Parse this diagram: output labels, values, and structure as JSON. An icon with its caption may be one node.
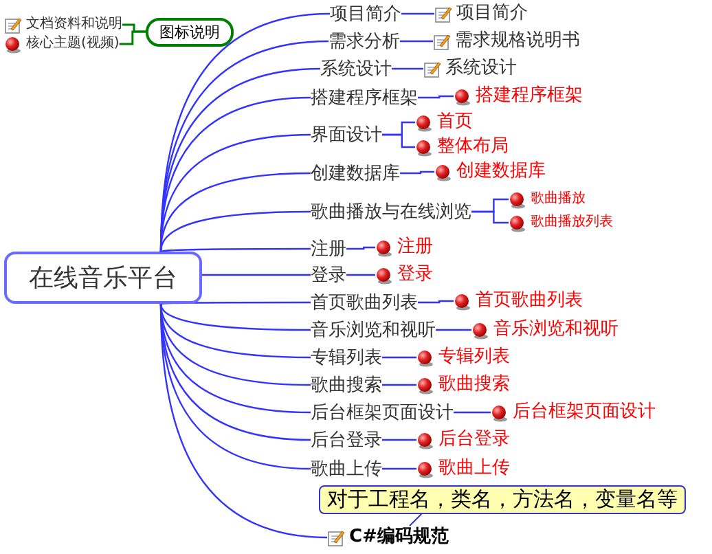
{
  "diagram": {
    "nodes": [
      {
        "text": [
          "文档资料和说明"
        ]
      },
      {
        "text": [
          "核心主题(视频)"
        ]
      },
      {
        "text": [
          "图标说明"
        ]
      },
      {
        "text": [
          "在线音乐平台"
        ]
      },
      {
        "text": [
          "项目简介"
        ]
      },
      {
        "text": [
          "项目简介"
        ]
      },
      {
        "text": [
          "需求分析"
        ]
      },
      {
        "text": [
          "需求规格说明书"
        ]
      },
      {
        "text": [
          "系统设计"
        ]
      },
      {
        "text": [
          "系统设计"
        ]
      },
      {
        "text": [
          "搭建程序框架"
        ]
      },
      {
        "text": [
          "搭建程序框架"
        ]
      },
      {
        "text": [
          "界面设计"
        ]
      },
      {
        "text": [
          "首页"
        ]
      },
      {
        "text": [
          "整体布局"
        ]
      },
      {
        "text": [
          "创建数据库"
        ]
      },
      {
        "text": [
          "创建数据库"
        ]
      },
      {
        "text": [
          "歌曲播放与在线浏览"
        ]
      },
      {
        "text": [
          "歌曲播放"
        ]
      },
      {
        "text": [
          "歌曲播放列表"
        ]
      },
      {
        "text": [
          "注册"
        ]
      },
      {
        "text": [
          "注册"
        ]
      },
      {
        "text": [
          "登录"
        ]
      },
      {
        "text": [
          "登录"
        ]
      },
      {
        "text": [
          "首页歌曲列表"
        ]
      },
      {
        "text": [
          "首页歌曲列表"
        ]
      },
      {
        "text": [
          "音乐浏览和视听"
        ]
      },
      {
        "text": [
          "音乐浏览和视听"
        ]
      },
      {
        "text": [
          "专辑列表"
        ]
      },
      {
        "text": [
          "专辑列表"
        ]
      },
      {
        "text": [
          "歌曲搜索"
        ]
      },
      {
        "text": [
          "歌曲搜索"
        ]
      },
      {
        "text": [
          "后台框架页面设计"
        ]
      },
      {
        "text": [
          "后台框架页面设计"
        ]
      },
      {
        "text": [
          "后台登录"
        ]
      },
      {
        "text": [
          "后台登录"
        ]
      },
      {
        "text": [
          "歌曲上传"
        ]
      },
      {
        "text": [
          "歌曲上传"
        ]
      },
      {
        "text": [
          "对于工程名，类名，方法名，变量名等"
        ]
      },
      {
        "text": [
          "C#编码规范"
        ]
      }
    ],
    "edges": [
      {
        "from": 2,
        "to": 0,
        "arrow": "none",
        "color": "#008000"
      },
      {
        "from": 2,
        "to": 1,
        "arrow": "none",
        "color": "#008000"
      },
      {
        "from": 3,
        "to": 4,
        "arrow": "none"
      },
      {
        "from": 4,
        "to": 5,
        "arrow": "none"
      },
      {
        "from": 3,
        "to": 6,
        "arrow": "none"
      },
      {
        "from": 6,
        "to": 7,
        "arrow": "none"
      },
      {
        "from": 3,
        "to": 8,
        "arrow": "none"
      },
      {
        "from": 8,
        "to": 9,
        "arrow": "none"
      },
      {
        "from": 3,
        "to": 10,
        "arrow": "none"
      },
      {
        "from": 10,
        "to": 11,
        "arrow": "none"
      },
      {
        "from": 3,
        "to": 12,
        "arrow": "none"
      },
      {
        "from": 12,
        "to": 13,
        "arrow": "none"
      },
      {
        "from": 12,
        "to": 14,
        "arrow": "none"
      },
      {
        "from": 3,
        "to": 15,
        "arrow": "none"
      },
      {
        "from": 15,
        "to": 16,
        "arrow": "none"
      },
      {
        "from": 3,
        "to": 17,
        "arrow": "none"
      },
      {
        "from": 17,
        "to": 18,
        "arrow": "none"
      },
      {
        "from": 17,
        "to": 19,
        "arrow": "none"
      },
      {
        "from": 3,
        "to": 20,
        "arrow": "none"
      },
      {
        "from": 20,
        "to": 21,
        "arrow": "none"
      },
      {
        "from": 3,
        "to": 22,
        "arrow": "none"
      },
      {
        "from": 22,
        "to": 23,
        "arrow": "none"
      },
      {
        "from": 3,
        "to": 24,
        "arrow": "none"
      },
      {
        "from": 24,
        "to": 25,
        "arrow": "none"
      },
      {
        "from": 3,
        "to": 26,
        "arrow": "none"
      },
      {
        "from": 26,
        "to": 27,
        "arrow": "none"
      },
      {
        "from": 3,
        "to": 28,
        "arrow": "none"
      },
      {
        "from": 28,
        "to": 29,
        "arrow": "none"
      },
      {
        "from": 3,
        "to": 30,
        "arrow": "none"
      },
      {
        "from": 30,
        "to": 31,
        "arrow": "none"
      },
      {
        "from": 3,
        "to": 32,
        "arrow": "none"
      },
      {
        "from": 32,
        "to": 33,
        "arrow": "none"
      },
      {
        "from": 3,
        "to": 34,
        "arrow": "none"
      },
      {
        "from": 34,
        "to": 35,
        "arrow": "none"
      },
      {
        "from": 3,
        "to": 36,
        "arrow": "none"
      },
      {
        "from": 36,
        "to": 37,
        "arrow": "none"
      },
      {
        "from": 3,
        "to": 39,
        "arrow": "none"
      },
      {
        "from": 38,
        "to": 39,
        "arrow": "none"
      }
    ]
  }
}
